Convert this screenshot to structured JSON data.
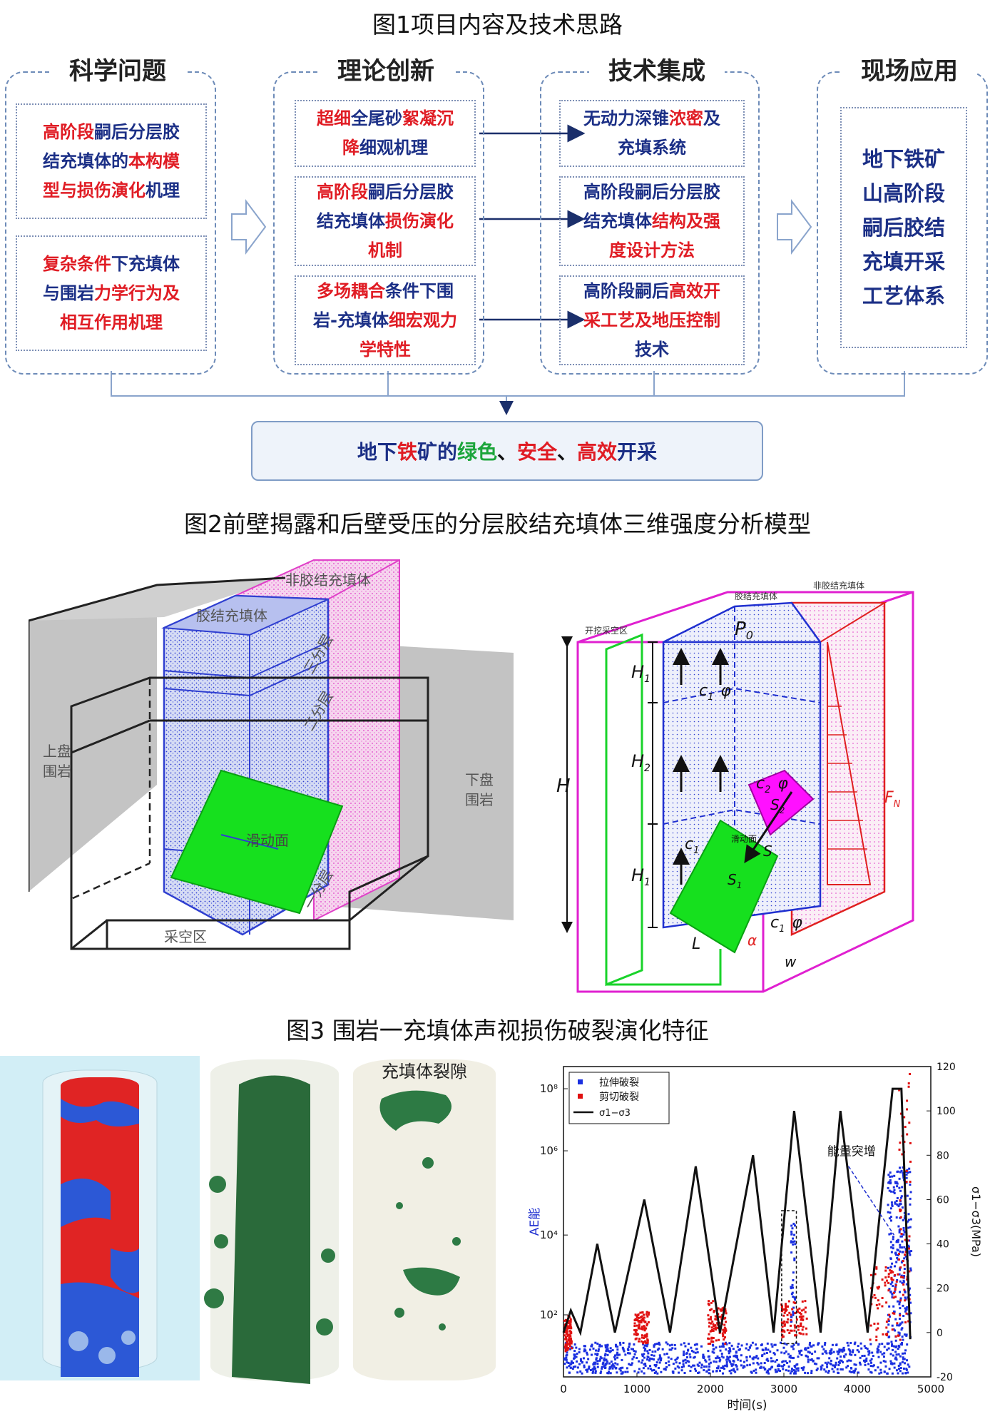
{
  "fig1": {
    "title": "图1项目内容及技术思路",
    "col1": {
      "head": "科学问题",
      "box1": [
        [
          {
            "t": "高阶段",
            "c": "r"
          },
          {
            "t": "嗣后分层胶",
            "c": "b"
          }
        ],
        [
          {
            "t": "结充填体的",
            "c": "b"
          },
          {
            "t": "本构模",
            "c": "r"
          }
        ],
        [
          {
            "t": "型与损伤演化",
            "c": "r"
          },
          {
            "t": "机理",
            "c": "b"
          }
        ]
      ],
      "box2": [
        [
          {
            "t": "复杂条件",
            "c": "r"
          },
          {
            "t": "下充填体",
            "c": "b"
          }
        ],
        [
          {
            "t": "与围岩",
            "c": "b"
          },
          {
            "t": "力学行为及",
            "c": "r"
          }
        ],
        [
          {
            "t": "相互作用机理",
            "c": "r"
          }
        ]
      ]
    },
    "col2": {
      "head": "理论创新",
      "box1": [
        [
          {
            "t": "超细",
            "c": "r"
          },
          {
            "t": "全尾砂",
            "c": "b"
          },
          {
            "t": "絮凝沉",
            "c": "r"
          }
        ],
        [
          {
            "t": "降",
            "c": "r"
          },
          {
            "t": "细观机理",
            "c": "b"
          }
        ]
      ],
      "box2": [
        [
          {
            "t": "高阶段",
            "c": "r"
          },
          {
            "t": "嗣后分层胶",
            "c": "b"
          }
        ],
        [
          {
            "t": "结充填体",
            "c": "b"
          },
          {
            "t": "损伤演化",
            "c": "r"
          }
        ],
        [
          {
            "t": "机制",
            "c": "r"
          }
        ]
      ],
      "box3": [
        [
          {
            "t": "多场耦合",
            "c": "r"
          },
          {
            "t": "条件下围",
            "c": "b"
          }
        ],
        [
          {
            "t": "岩-充填体",
            "c": "b"
          },
          {
            "t": "细宏观力",
            "c": "r"
          }
        ],
        [
          {
            "t": "学特性",
            "c": "r"
          }
        ]
      ]
    },
    "col3": {
      "head": "技术集成",
      "box1": [
        [
          {
            "t": "无动力深锥",
            "c": "b"
          },
          {
            "t": "浓密",
            "c": "r"
          },
          {
            "t": "及",
            "c": "b"
          }
        ],
        [
          {
            "t": "充填系统",
            "c": "b"
          }
        ]
      ],
      "box2": [
        [
          {
            "t": "高阶段嗣后分层胶",
            "c": "b"
          }
        ],
        [
          {
            "t": "结充填体",
            "c": "b"
          },
          {
            "t": "结构及强",
            "c": "r"
          }
        ],
        [
          {
            "t": "度设计方法",
            "c": "r"
          }
        ]
      ],
      "box3": [
        [
          {
            "t": "高阶段嗣后",
            "c": "b"
          },
          {
            "t": "高效开",
            "c": "r"
          }
        ],
        [
          {
            "t": "采工艺及地压控制",
            "c": "r"
          }
        ],
        [
          {
            "t": "技术",
            "c": "b"
          }
        ]
      ]
    },
    "col4": {
      "head": "现场应用",
      "lines": [
        "地下铁矿",
        "山高阶段",
        "嗣后胶结",
        "充填开采",
        "工艺体系"
      ]
    },
    "result": [
      {
        "t": "地下",
        "c": "b"
      },
      {
        "t": "铁",
        "c": "r"
      },
      {
        "t": "矿的",
        "c": "b"
      },
      {
        "t": "绿色",
        "c": "g"
      },
      {
        "t": "、",
        "c": "k"
      },
      {
        "t": "安全",
        "c": "r"
      },
      {
        "t": "、",
        "c": "k"
      },
      {
        "t": "高效",
        "c": "r"
      },
      {
        "t": "开采",
        "c": "b"
      }
    ]
  },
  "fig2": {
    "title": "图2前壁揭露和后壁受压的分层胶结充填体三维强度分析模型",
    "left": {
      "non_cemented": "非胶结充填体",
      "cemented": "胶结充填体",
      "layer3": "三分层",
      "layer2": "二分层",
      "layer1": "一分层",
      "hanging_wall": [
        "上盘",
        "围岩"
      ],
      "footwall": [
        "下盘",
        "围岩"
      ],
      "slip_surface": "滑动面",
      "goaf": "采空区"
    },
    "right": {
      "goaf_label": "开挖采空区",
      "cemented_label": "胶结充填体",
      "non_cemented_label": "非胶结充填体",
      "P0": "P",
      "P0_sub": "0",
      "H1_top": "H",
      "H2": "H",
      "H1_bottom": "H",
      "H": "H",
      "sub1": "1",
      "sub2": "2",
      "c1": "c",
      "phi": "φ",
      "c2": "c",
      "S1": "S",
      "S2": "S",
      "S": "S",
      "slip": "滑动面",
      "L": "L",
      "FN": "F",
      "FN_sub": "N",
      "alpha": "α",
      "w": "w"
    }
  },
  "fig3": {
    "title": "图3 围岩一充填体声视损伤破裂演化特征",
    "crack_label": "充填体裂隙",
    "chart_data": {
      "type": "line",
      "xlabel": "时间(s)",
      "ylabel_left": "AE能",
      "ylabel_right": "σ1−σ3(MPa)",
      "x_ticks": [
        0,
        1000,
        2000,
        3000,
        4000,
        5000
      ],
      "left_ticks": [
        "10²",
        "10⁴",
        "10⁶",
        "10⁸"
      ],
      "right_ticks": [
        -20,
        0,
        20,
        40,
        60,
        80,
        100,
        120
      ],
      "legend": [
        "拉伸破裂",
        "剪切破裂",
        "σ1−σ3"
      ],
      "annotation": "能量突增",
      "stress_series": {
        "name": "σ1−σ3",
        "x": [
          0,
          100,
          230,
          460,
          700,
          1100,
          1450,
          1800,
          2130,
          2580,
          2860,
          3140,
          3500,
          3770,
          4140,
          4480,
          4600,
          4720
        ],
        "y": [
          0,
          10,
          0,
          40,
          0,
          60,
          0,
          75,
          0,
          80,
          0,
          100,
          0,
          100,
          0,
          110,
          110,
          -3
        ]
      }
    }
  }
}
